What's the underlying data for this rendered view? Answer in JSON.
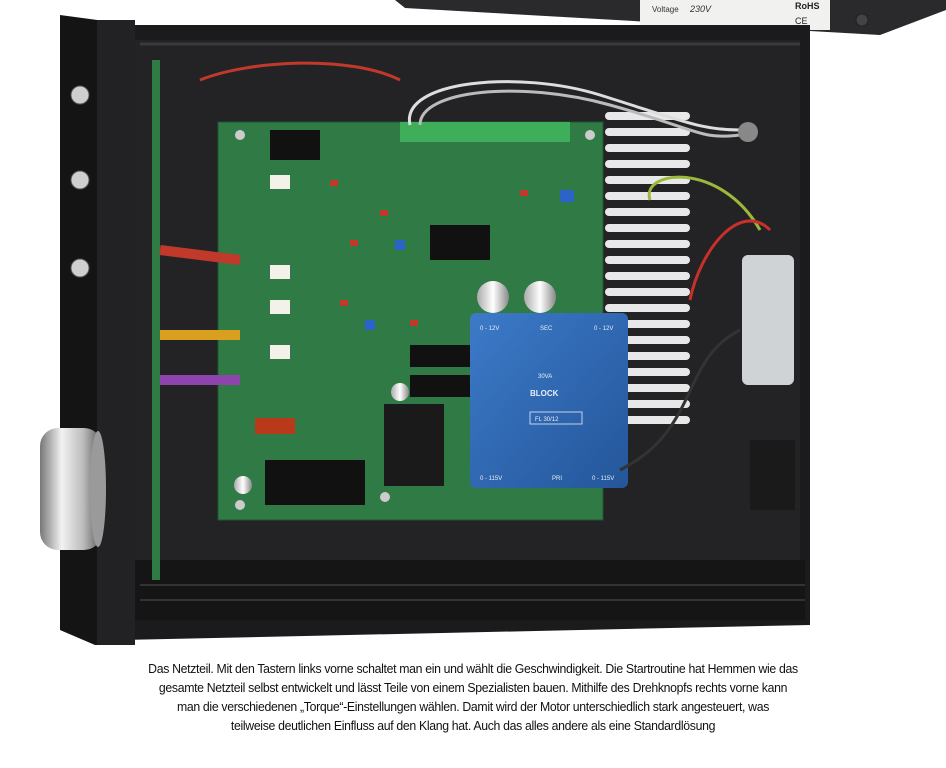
{
  "photo": {
    "label": {
      "voltage_label": "Voltage",
      "voltage_value": "230V",
      "rohs": "RoHS",
      "ce": "CE"
    },
    "transformer": {
      "brand": "BLOCK",
      "model": "FL 30/12",
      "va": "30VA",
      "sec": "SEC",
      "pri": "PRI",
      "left_rating": "0 - 12V",
      "right_rating": "0 - 12V",
      "bottom_left": "0 - 115V",
      "bottom_right": "0 - 115V"
    },
    "colors": {
      "pcb": "#2f7a45",
      "chassis": "#1c1c1e",
      "transformer": "#2c67b4"
    }
  },
  "caption": {
    "lines": [
      "Das Netzteil. Mit den Tastern links vorne schaltet man ein und wählt die Geschwindigkeit. Die Startroutine hat Hemmen wie das",
      "gesamte Netzteil selbst entwickelt und lässt Teile von einem Spezialisten bauen. Mithilfe des Drehknopfs rechts vorne kann",
      "man die verschiedenen „Torque“-Einstellungen wählen. Damit wird der Motor unterschiedlich stark angesteuert, was",
      "teilweise deutlichen Einfluss auf den Klang hat. Auch das alles andere als eine Standardlösung"
    ]
  }
}
